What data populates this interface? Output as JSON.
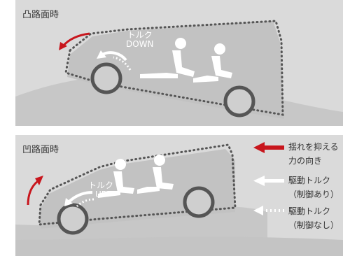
{
  "top_panel": {
    "title": "凸路面時",
    "torque_label_1": "トルク",
    "torque_label_2": "DOWN"
  },
  "bottom_panel": {
    "title": "凹路面時",
    "torque_label_1": "トルク",
    "torque_label_2": "UP"
  },
  "legend": {
    "sway_line1": "揺れを抑える",
    "sway_line2": "力の向き",
    "torque_with_line1": "駆動トルク",
    "torque_with_line2": "（制御あり）",
    "torque_without_line1": "駆動トルク",
    "torque_without_line2": "（制御なし）"
  },
  "colors": {
    "background": "#dadada",
    "road": "#c7c7c7",
    "car_body": "#c2c2c2",
    "outline_dots": "#555555",
    "wheel": "#555555",
    "passenger": "#ffffff",
    "sway_arrow": "#c8161d",
    "torque_arrow": "#ffffff"
  }
}
